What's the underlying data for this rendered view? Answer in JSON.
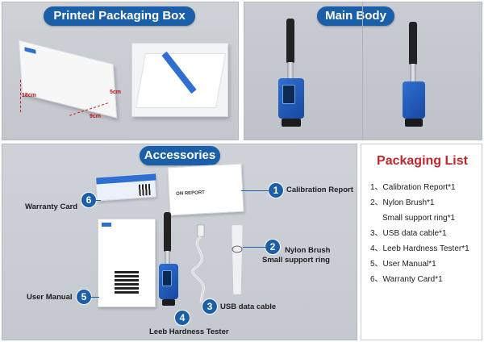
{
  "panels": {
    "box_title": "Printed Packaging Box",
    "body_title": "Main Body",
    "acc_title": "Accessories",
    "list_title": "Packaging List"
  },
  "dimensions": {
    "length": "18cm",
    "width": "9cm",
    "height": "5cm"
  },
  "accessories": [
    {
      "num": "1",
      "label": "Calibration Report"
    },
    {
      "num": "2",
      "label": "Nylon Brush",
      "label2": "Small support ring"
    },
    {
      "num": "3",
      "label": "USB data cable"
    },
    {
      "num": "4",
      "label": "Leeb Hardness Tester"
    },
    {
      "num": "5",
      "label": "User Manual"
    },
    {
      "num": "6",
      "label": "Warranty Card"
    }
  ],
  "report_text": "ON REPORT",
  "packing_list": [
    "1、Calibration Report*1",
    "2、Nylon Brush*1",
    "Small support ring*1",
    "3、USB data cable*1",
    "4、Leeb Hardness Tester*1",
    "5、User Manual*1",
    "6、Warranty Card*1"
  ],
  "colors": {
    "accent_blue": "#1a5fa8",
    "title_red": "#c2252b",
    "dim_red": "#b2161b"
  }
}
